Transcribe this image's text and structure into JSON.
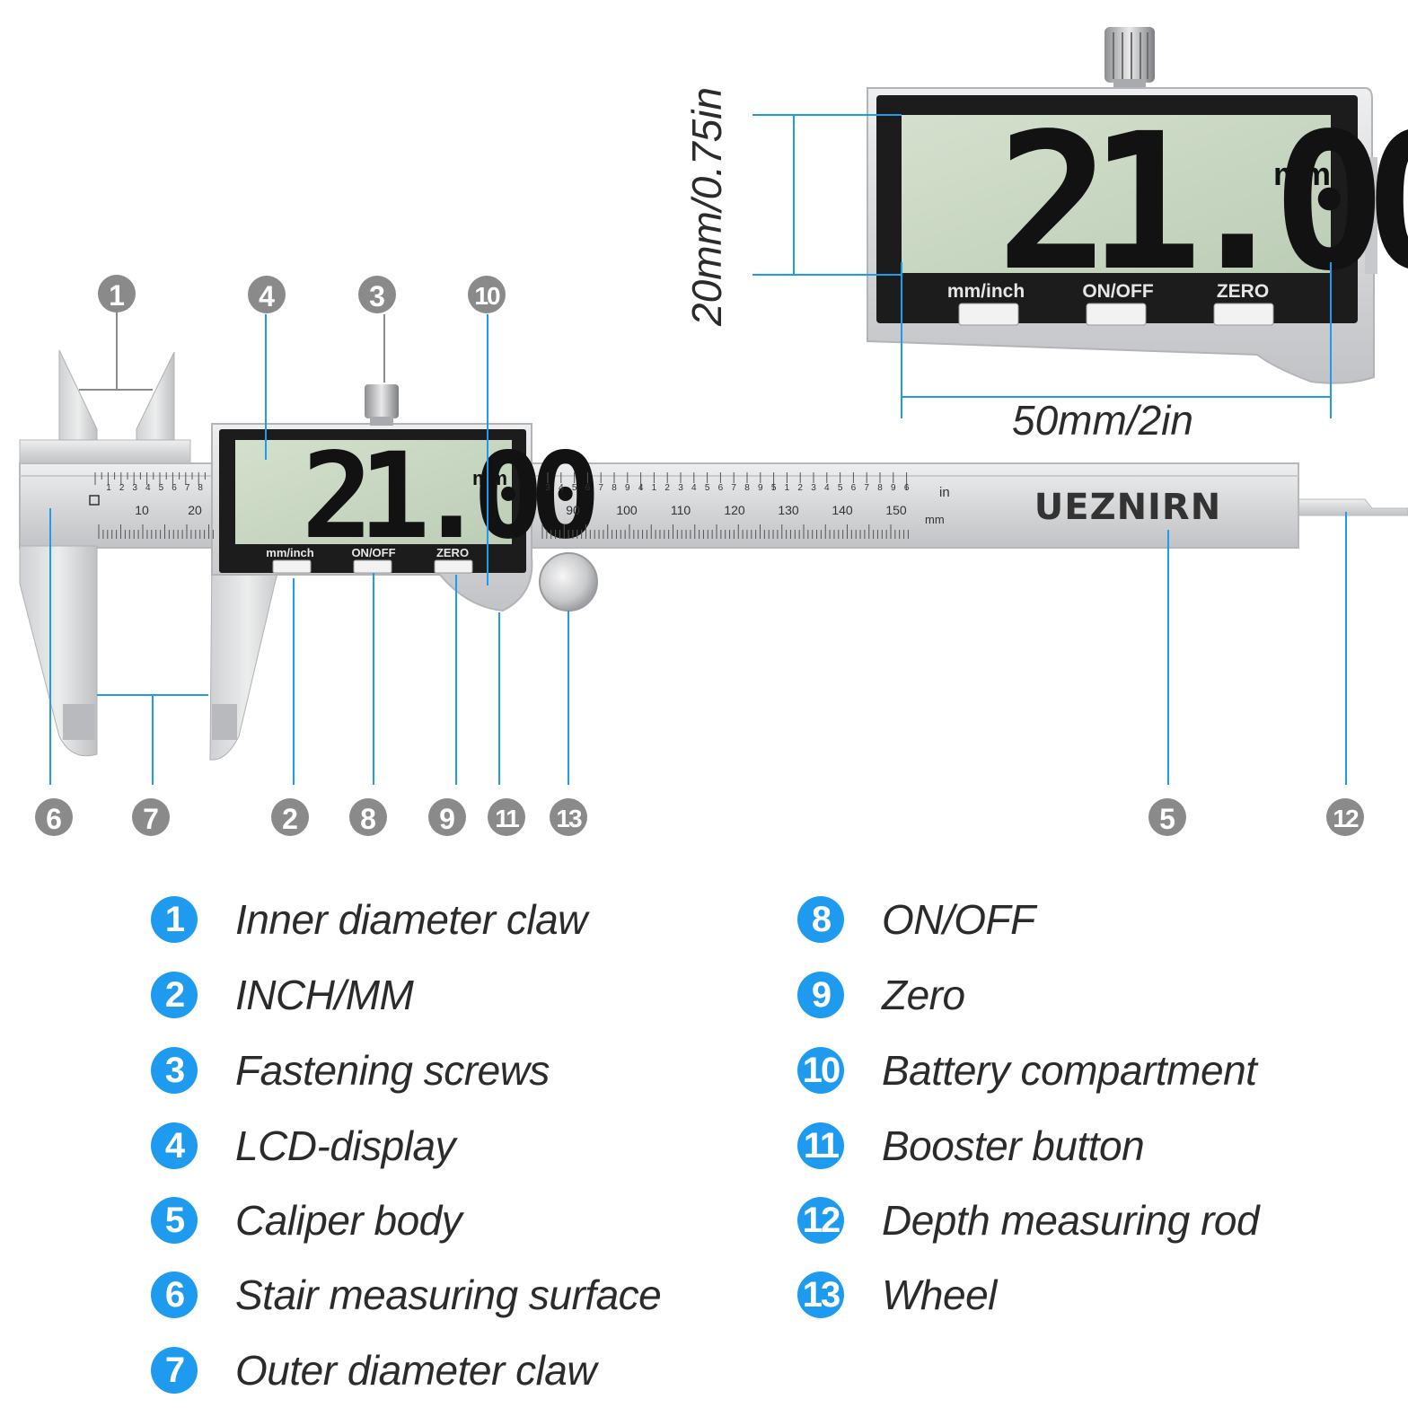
{
  "brand": "UEZNIRN",
  "display": {
    "reading": "21.00",
    "unit": "mm",
    "buttons": [
      "mm/inch",
      "ON/OFF",
      "ZERO"
    ]
  },
  "dimensions": {
    "height_label": "20mm/0.75in",
    "width_label": "50mm/2in"
  },
  "scale": {
    "unit_in": "in",
    "unit_mm": "mm",
    "mm_left": [
      "10",
      "20"
    ],
    "mm_right": [
      "90",
      "100",
      "110",
      "120",
      "130",
      "140",
      "150"
    ],
    "inch_digits_left": [
      "1",
      "2",
      "3",
      "4",
      "5",
      "6",
      "7",
      "8"
    ],
    "inch_digits_right": [
      "3",
      "4",
      "5",
      "6",
      "7",
      "8",
      "9",
      "4",
      "1",
      "2",
      "3",
      "4",
      "5",
      "6",
      "7",
      "8",
      "9",
      "5",
      "1",
      "2",
      "3",
      "4",
      "5",
      "6",
      "7",
      "8",
      "9",
      "6"
    ]
  },
  "callouts": [
    "1",
    "4",
    "3",
    "10",
    "6",
    "7",
    "2",
    "8",
    "9",
    "11",
    "13",
    "5",
    "12"
  ],
  "legend": [
    {
      "num": "1",
      "label": "Inner diameter claw"
    },
    {
      "num": "2",
      "label": "INCH/MM"
    },
    {
      "num": "3",
      "label": "Fastening screws"
    },
    {
      "num": "4",
      "label": "LCD-display"
    },
    {
      "num": "5",
      "label": "Caliper body"
    },
    {
      "num": "6",
      "label": "Stair measuring surface"
    },
    {
      "num": "7",
      "label": "Outer diameter claw"
    },
    {
      "num": "8",
      "label": "ON/OFF"
    },
    {
      "num": "9",
      "label": "Zero"
    },
    {
      "num": "10",
      "label": "Battery compartment"
    },
    {
      "num": "11",
      "label": "Booster button"
    },
    {
      "num": "12",
      "label": "Depth measuring rod"
    },
    {
      "num": "13",
      "label": "Wheel"
    }
  ],
  "colors": {
    "accent": "#1e9bef",
    "callout_gray": "#8a8a8a",
    "lcd_green": "#c8d8c2",
    "steel": "#d9dadc"
  }
}
